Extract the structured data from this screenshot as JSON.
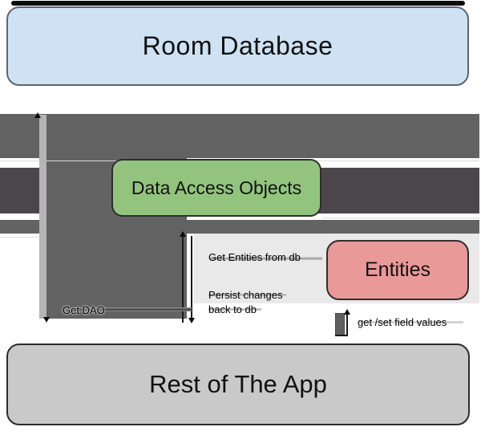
{
  "boxes": {
    "room_database": {
      "label": "Room Database",
      "fill": "#cfe2f3"
    },
    "data_access_objects": {
      "label": "Data Access Objects",
      "fill": "#93c47d"
    },
    "entities": {
      "label": "Entities",
      "fill": "#ea9999"
    },
    "rest_of_app": {
      "label": "Rest of The App",
      "fill": "#c9c9c9"
    }
  },
  "edge_labels": {
    "get_dao": "Get DAO",
    "get_entities_from_db": "Get Entities from db",
    "persist_changes_line1": "Persist changes",
    "persist_changes_line2": "back to db",
    "get_set_field_values": "get /set field values"
  },
  "colors": {
    "arrow_gray": "#626262",
    "arrow_dark_gray": "#4b464c",
    "connector_light_gray": "#b5b5b5",
    "panel_gray": "#e9e9e9",
    "top_bar_black": "#0d0d0d"
  }
}
